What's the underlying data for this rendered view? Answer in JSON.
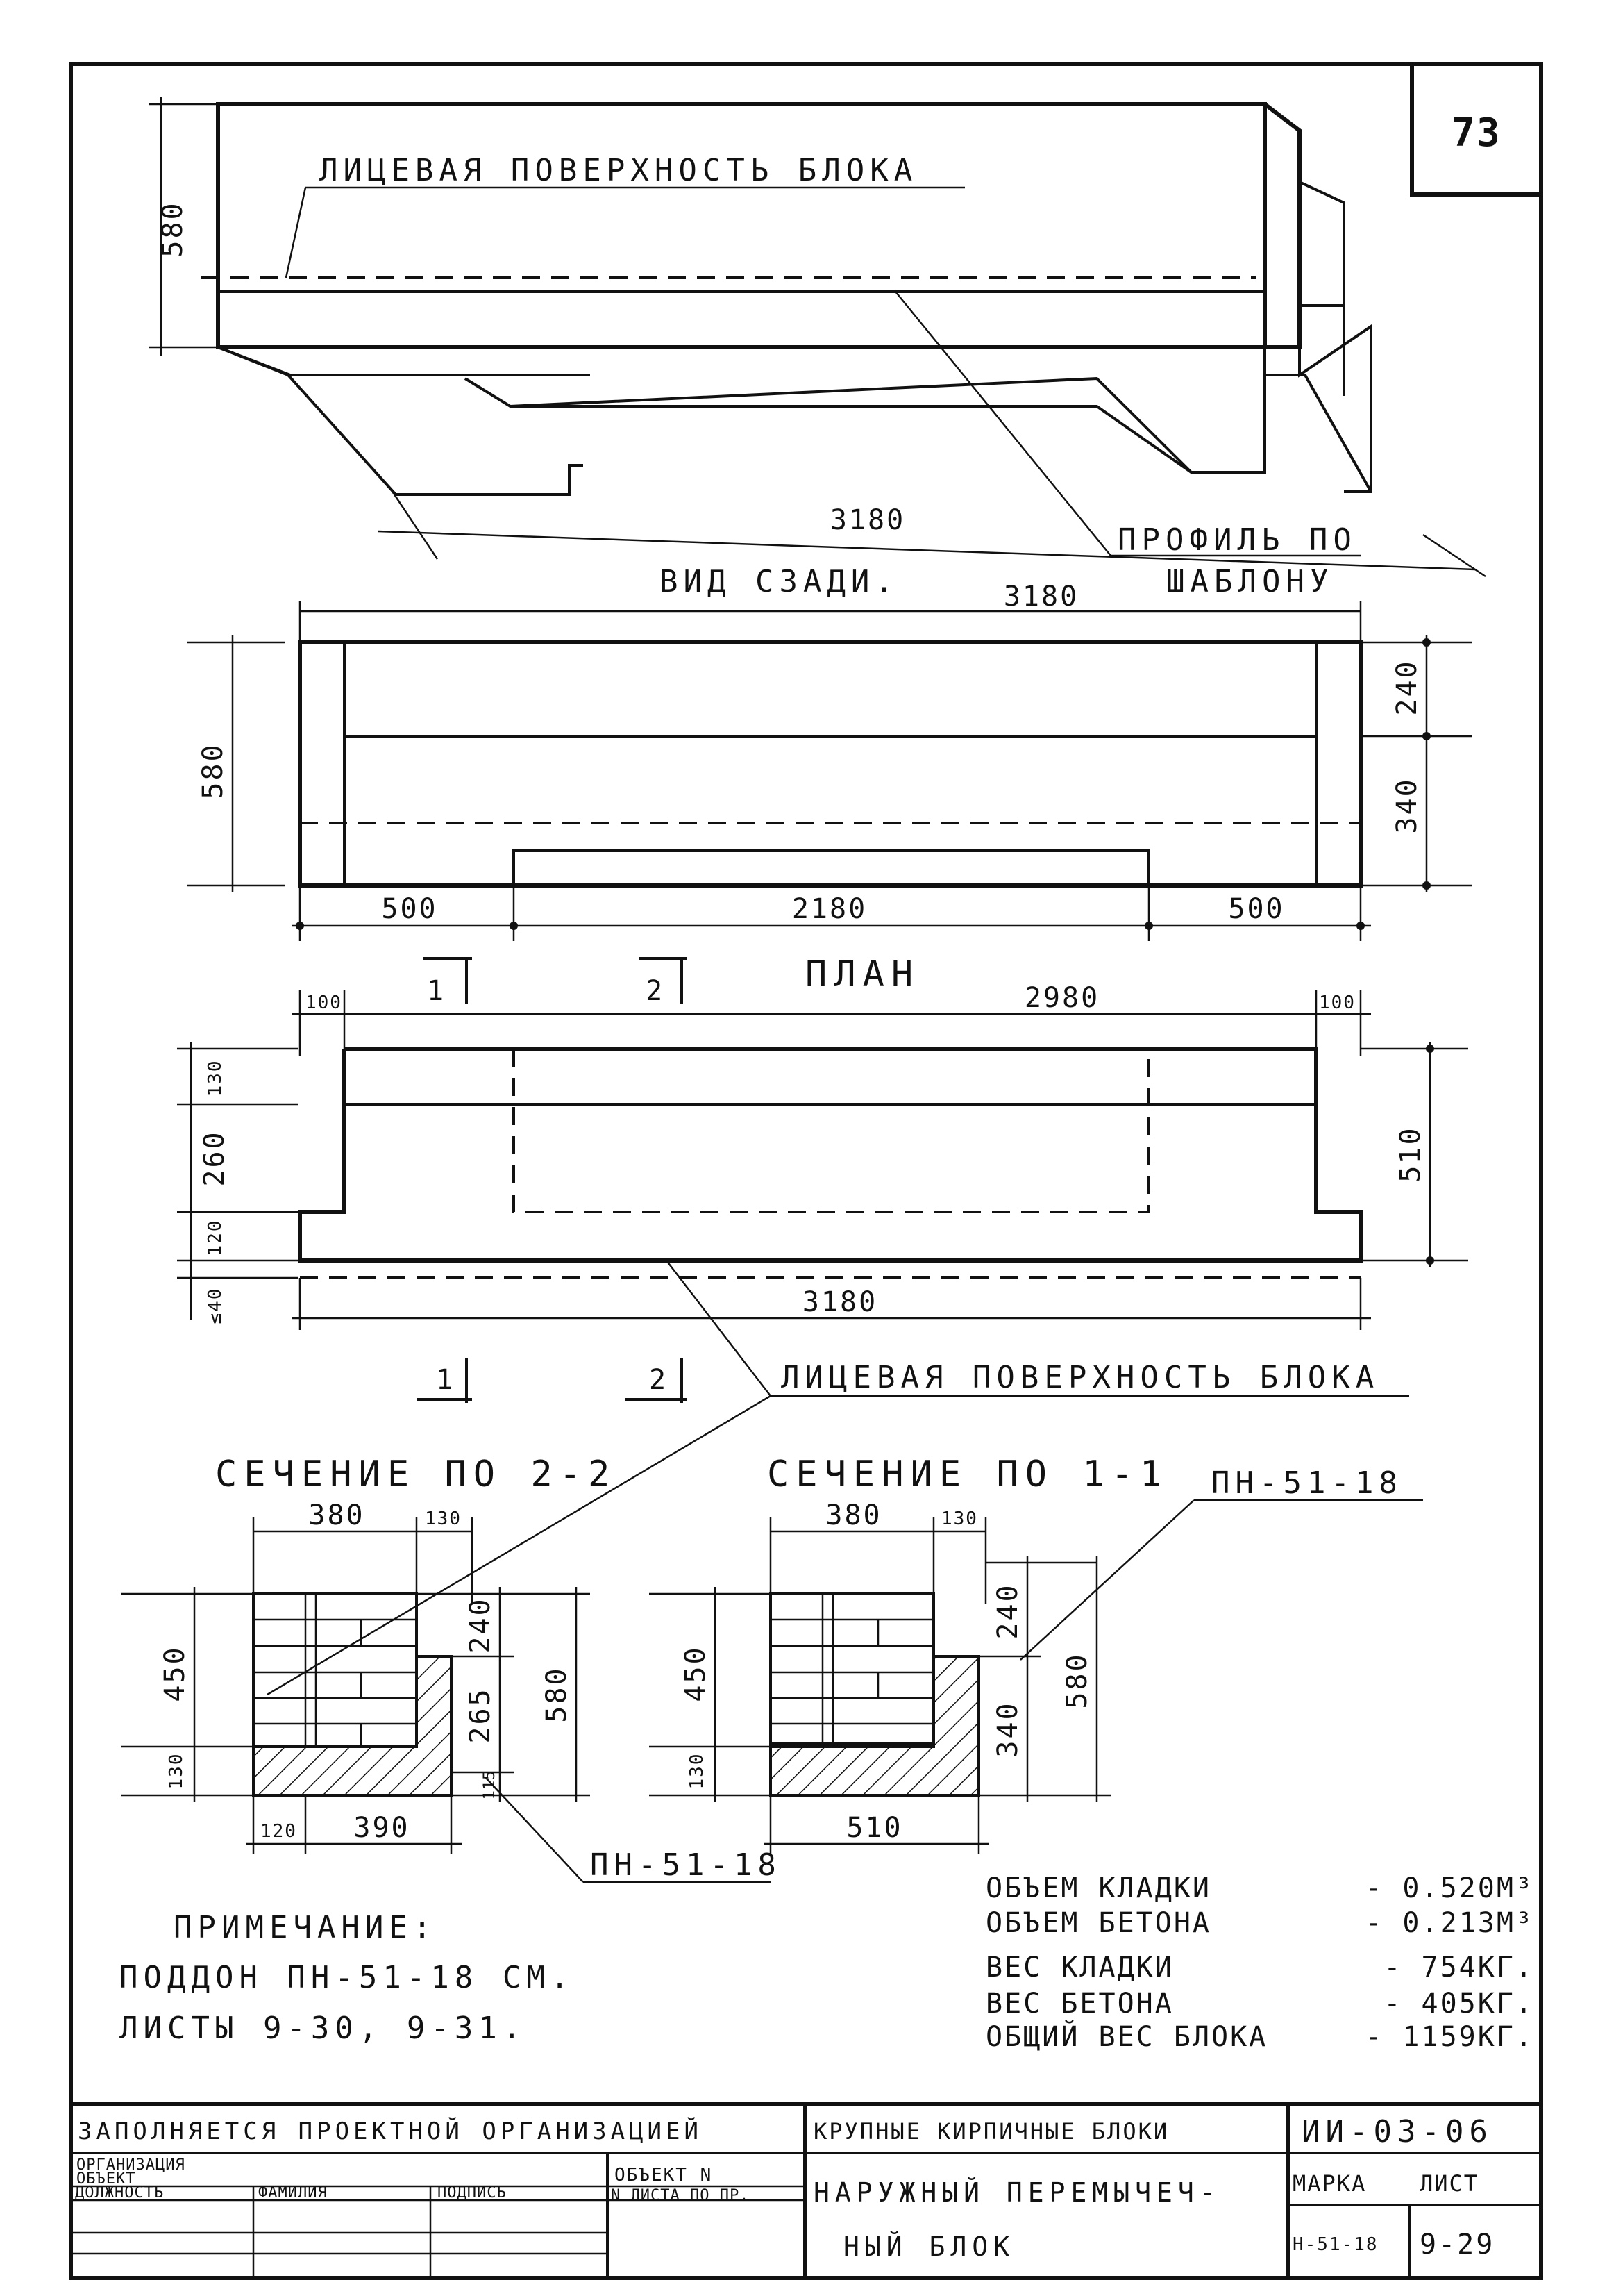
{
  "sheet_number": "73",
  "iso_view": {
    "face_label": "ЛИЦЕВАЯ ПОВЕРХНОСТЬ БЛОКА",
    "height_dim": "580",
    "length_dim": "3180",
    "profile_label_1": "ПРОФИЛЬ ПО",
    "profile_label_2": "ШАБЛОНУ"
  },
  "rear_view": {
    "title": "ВИД СЗАДИ.",
    "length_dim": "3180",
    "height_dim": "580",
    "right_dim_top": "240",
    "right_dim_bottom": "340",
    "bottom_left": "500",
    "bottom_mid": "2180",
    "bottom_right": "500"
  },
  "plan": {
    "title": "ПЛАН",
    "cut1": "1",
    "cut2": "2",
    "dim_left_100": "100",
    "dim_top": "2980",
    "dim_right_100": "100",
    "left_130": "130",
    "left_260": "260",
    "left_120": "120",
    "left_40": "≤40",
    "right_510": "510",
    "bottom_3180": "3180",
    "face_label": "ЛИЦЕВАЯ ПОВЕРХНОСТЬ БЛОКА"
  },
  "section_22": {
    "title": "СЕЧЕНИЕ ПО 2-2",
    "top_380": "380",
    "top_130": "130",
    "left_450": "450",
    "left_130": "130",
    "right_240": "240",
    "right_265": "265",
    "right_580": "580",
    "right_115": "115",
    "bottom_120": "120",
    "bottom_390": "390",
    "label": "ПН-51-18"
  },
  "section_11": {
    "title": "СЕЧЕНИЕ ПО 1-1",
    "top_380": "380",
    "top_130": "130",
    "left_450": "450",
    "left_130": "130",
    "right_240": "240",
    "right_340": "340",
    "right_580": "580",
    "bottom_510": "510",
    "label": "ПН-51-18"
  },
  "note": {
    "title": "ПРИМЕЧАНИЕ:",
    "line1": "ПОДДОН ПН-51-18 СМ.",
    "line2": "ЛИСТЫ 9-30, 9-31."
  },
  "specs": [
    {
      "label": "ОБЪЕМ КЛАДКИ",
      "value": "- 0.520М³"
    },
    {
      "label": "ОБЪЕМ БЕТОНА",
      "value": "- 0.213М³"
    },
    {
      "label": "ВЕС КЛАДКИ",
      "value": "- 754КГ."
    },
    {
      "label": "ВЕС БЕТОНА",
      "value": "- 405КГ."
    },
    {
      "label": "ОБЩИЙ ВЕС БЛОКА",
      "value": "- 1159КГ."
    }
  ],
  "title_block": {
    "fill_note": "ЗАПОЛНЯЕТСЯ ПРОЕКТНОЙ ОРГАНИЗАЦИЕЙ",
    "org": "ОРГАНИЗАЦИЯ",
    "obj": "ОБЪЕКТ",
    "object_no": "ОБЪЕКТ N",
    "position": "ДОЛЖНОСТЬ",
    "surname": "ФАМИЛИЯ",
    "signature": "ПОДПИСЬ",
    "sheet_no_project": "N ЛИСТА ПО ПР.",
    "series_title": "КРУПНЫЕ КИРПИЧНЫЕ БЛОКИ",
    "series_code": "ИИ-03-06",
    "name_line1": "НАРУЖНЫЙ ПЕРЕМЫЧЕЧ-",
    "name_line2": "НЫЙ БЛОК",
    "mark_label": "МАРКА",
    "sheet_label": "ЛИСТ",
    "mark_value": "Н-51-18",
    "sheet_value": "9-29"
  }
}
